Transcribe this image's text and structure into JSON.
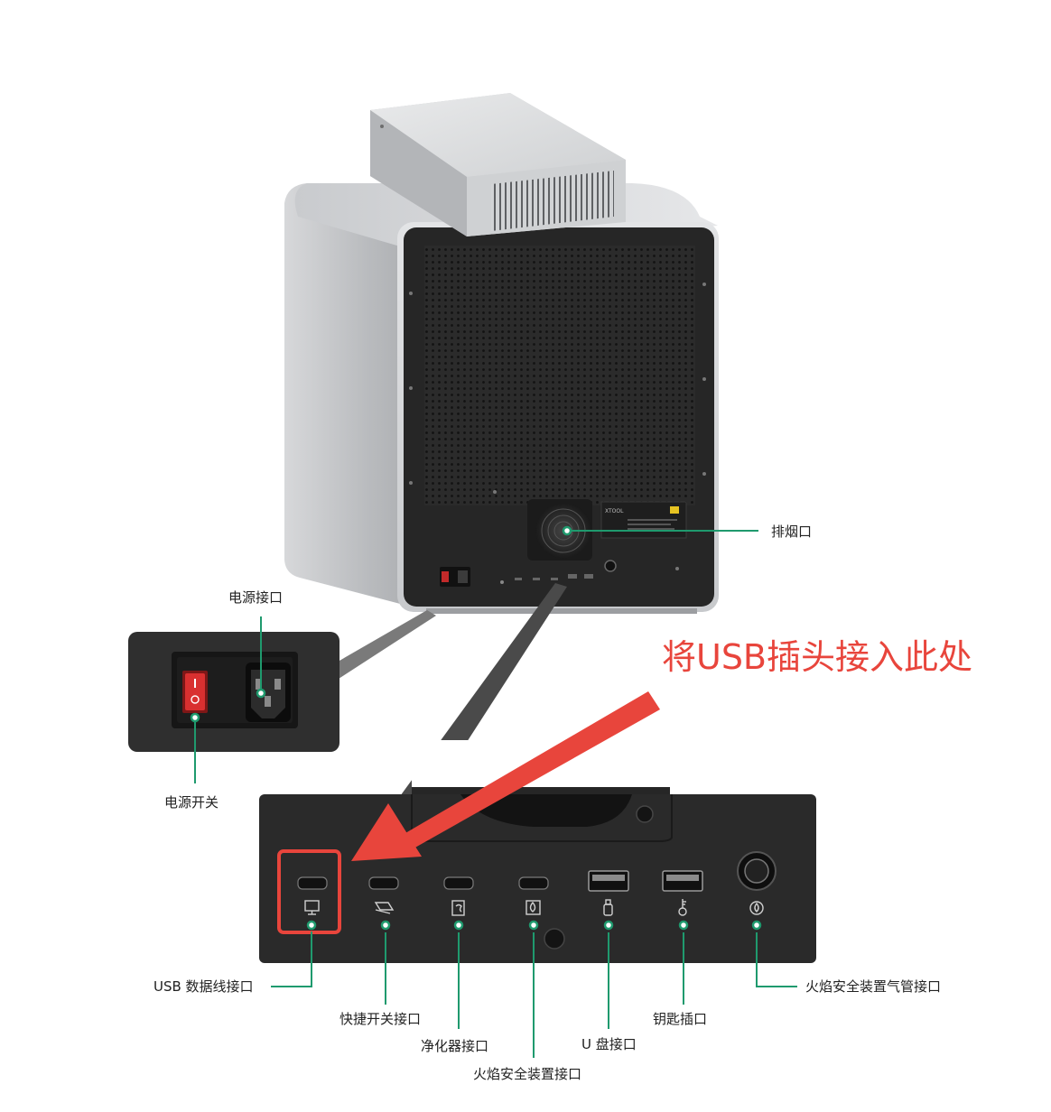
{
  "labels": {
    "exhaust": "排烟口",
    "power_port": "电源接口",
    "power_switch": "电源开关",
    "usb_data_port": "USB 数据线接口",
    "quick_switch_port": "快捷开关接口",
    "purifier_port": "净化器接口",
    "fire_safety_port": "火焰安全装置接口",
    "u_disk_port": "U 盘接口",
    "key_port": "钥匙插口",
    "fire_safety_air_tube_port": "火焰安全装置气管接口"
  },
  "callout": {
    "text": "将USB插头接入此处"
  },
  "device": {
    "brand": "XTOOL"
  },
  "colors": {
    "leader_line": "#1f9a6e",
    "callout_red": "#e8453c",
    "panel_dark": "#2a2a2a",
    "switch_red": "#d93030"
  }
}
